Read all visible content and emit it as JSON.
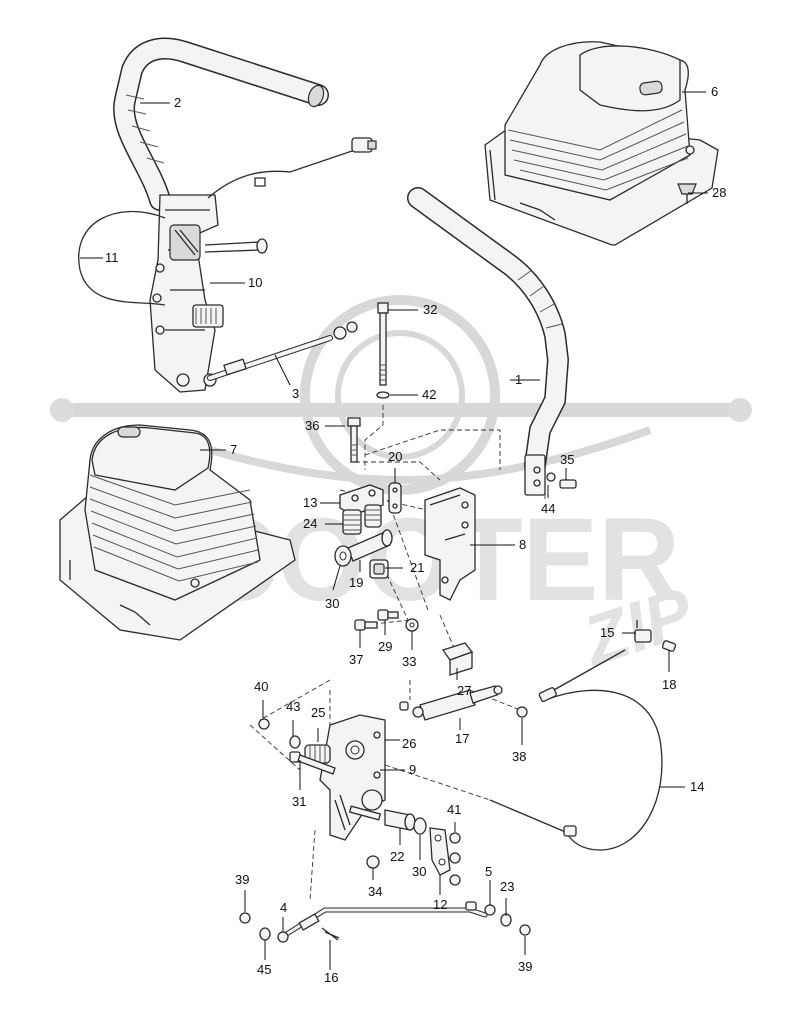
{
  "diagram": {
    "callouts": [
      {
        "id": "c1",
        "label": "1"
      },
      {
        "id": "c2",
        "label": "2"
      },
      {
        "id": "c3",
        "label": "3"
      },
      {
        "id": "c4",
        "label": "4"
      },
      {
        "id": "c5",
        "label": "5"
      },
      {
        "id": "c6",
        "label": "6"
      },
      {
        "id": "c7",
        "label": "7"
      },
      {
        "id": "c8",
        "label": "8"
      },
      {
        "id": "c9",
        "label": "9"
      },
      {
        "id": "c10",
        "label": "10"
      },
      {
        "id": "c11",
        "label": "11"
      },
      {
        "id": "c12",
        "label": "12"
      },
      {
        "id": "c13",
        "label": "13"
      },
      {
        "id": "c14",
        "label": "14"
      },
      {
        "id": "c15",
        "label": "15"
      },
      {
        "id": "c16",
        "label": "16"
      },
      {
        "id": "c17",
        "label": "17"
      },
      {
        "id": "c18",
        "label": "18"
      },
      {
        "id": "c19",
        "label": "19"
      },
      {
        "id": "c20",
        "label": "20"
      },
      {
        "id": "c21",
        "label": "21"
      },
      {
        "id": "c22",
        "label": "22"
      },
      {
        "id": "c23",
        "label": "23"
      },
      {
        "id": "c24",
        "label": "24"
      },
      {
        "id": "c25",
        "label": "25"
      },
      {
        "id": "c26",
        "label": "26"
      },
      {
        "id": "c27",
        "label": "27"
      },
      {
        "id": "c28",
        "label": "28"
      },
      {
        "id": "c29",
        "label": "29"
      },
      {
        "id": "c30a",
        "label": "30"
      },
      {
        "id": "c30b",
        "label": "30"
      },
      {
        "id": "c31",
        "label": "31"
      },
      {
        "id": "c32",
        "label": "32"
      },
      {
        "id": "c33",
        "label": "33"
      },
      {
        "id": "c34",
        "label": "34"
      },
      {
        "id": "c35",
        "label": "35"
      },
      {
        "id": "c36",
        "label": "36"
      },
      {
        "id": "c37",
        "label": "37"
      },
      {
        "id": "c38",
        "label": "38"
      },
      {
        "id": "c39a",
        "label": "39"
      },
      {
        "id": "c39b",
        "label": "39"
      },
      {
        "id": "c40",
        "label": "40"
      },
      {
        "id": "c41",
        "label": "41"
      },
      {
        "id": "c42",
        "label": "42"
      },
      {
        "id": "c43",
        "label": "43"
      },
      {
        "id": "c44",
        "label": "44"
      },
      {
        "id": "c45",
        "label": "45"
      }
    ]
  },
  "watermark": {
    "text": "SCOOTER",
    "script_text": "ZIP",
    "color": "#dcdcdc"
  },
  "colors": {
    "line": "#2b2b2b",
    "part_fill": "#f4f4f4",
    "background": "#ffffff"
  }
}
